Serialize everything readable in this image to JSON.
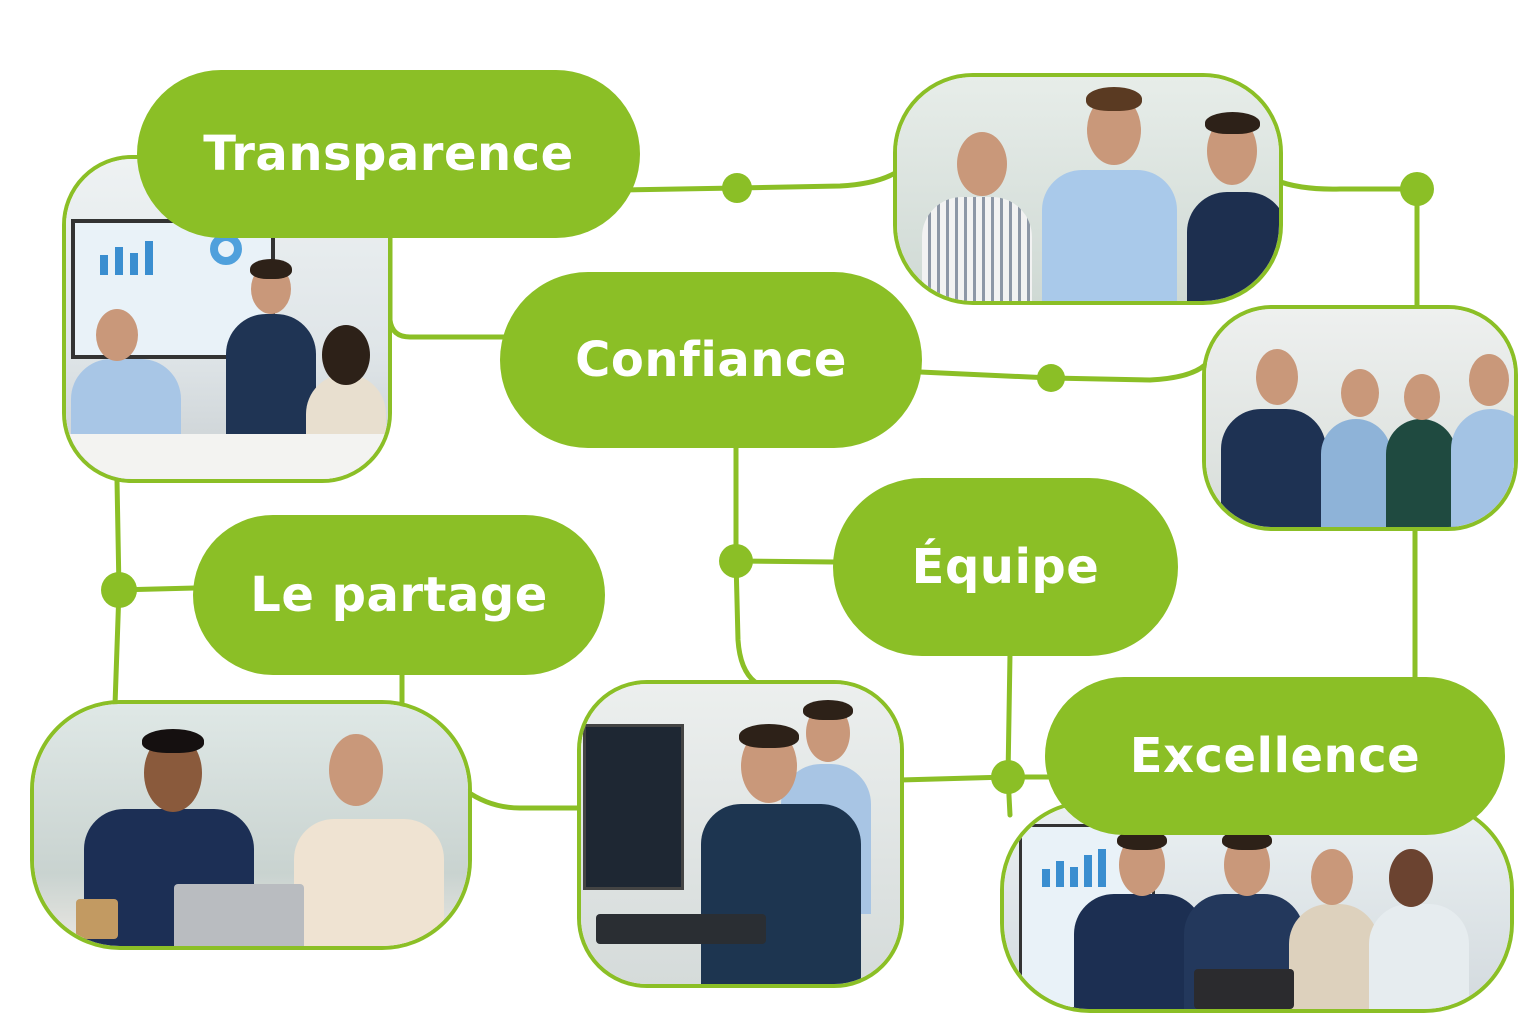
{
  "nodes": {
    "transparence": "Transparence",
    "confiance": "Confiance",
    "le_partage": "Le partage",
    "equipe": "Équipe",
    "excellence": "Excellence"
  },
  "photos": [
    "presentation-meeting-photo",
    "colleagues-tablet-photo",
    "team-celebrating-photo",
    "two-colleagues-laptop-photo",
    "developers-coding-photo",
    "team-tablet-dashboard-photo"
  ],
  "colors": {
    "accent": "#8bbf26",
    "background": "#ffffff",
    "text": "#ffffff"
  }
}
